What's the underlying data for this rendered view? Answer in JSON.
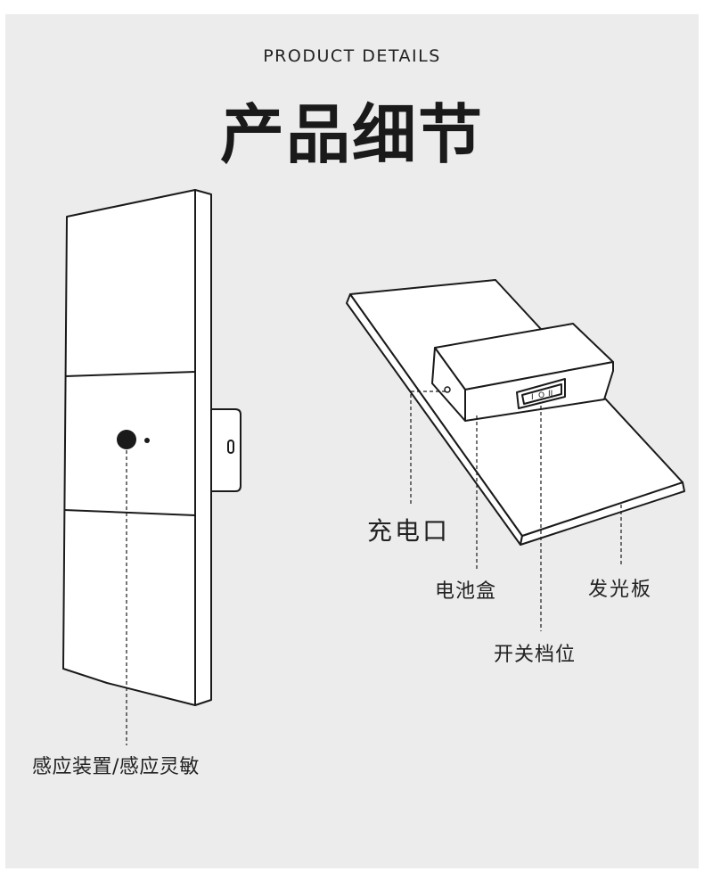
{
  "header": {
    "subtitle": "PRODUCT DETAILS",
    "title": "产品细节"
  },
  "labels": {
    "charge_port": "充电口",
    "battery_box": "电池盒",
    "light_panel": "发光板",
    "switch_position": "开关档位",
    "sensor": "感应装置/感应灵敏"
  },
  "switch_marks": {
    "left": "I",
    "middle": "O",
    "right": "II"
  },
  "colors": {
    "panel_bg": "#ececec",
    "line": "#1a1a1a",
    "fill": "#ffffff"
  }
}
